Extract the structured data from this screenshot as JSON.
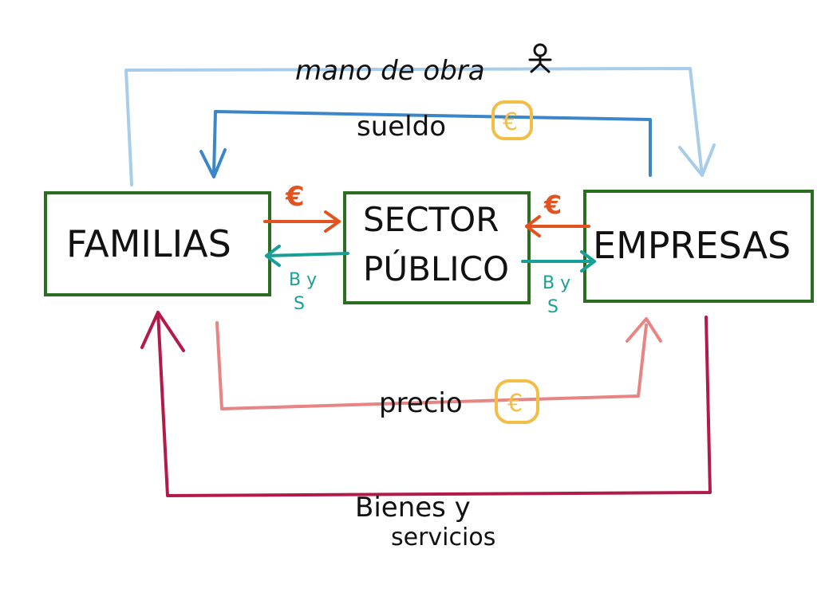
{
  "nodes": {
    "familias": "FAMILIAS",
    "sector_line1": "SECTOR",
    "sector_line2": "PÚBLICO",
    "empresas": "EMPRESAS"
  },
  "flows": {
    "mano_de_obra": "mano de obra",
    "sueldo": "sueldo",
    "precio": "precio",
    "bienes_line1": "Bienes y",
    "bienes_line2": "servicios",
    "euro": "€",
    "bys_1": "B y",
    "bys_2": "S"
  },
  "colors": {
    "box": "#2b6e1f",
    "mano_de_obra": "#a8cdea",
    "sueldo": "#3a86c8",
    "euro_orange": "#e2531f",
    "bys_teal": "#1a9f98",
    "precio": "#e98484",
    "bienes": "#b31a4a",
    "coin": "#f2be45"
  },
  "icons": [
    "person-icon",
    "euro-coin-icon"
  ]
}
